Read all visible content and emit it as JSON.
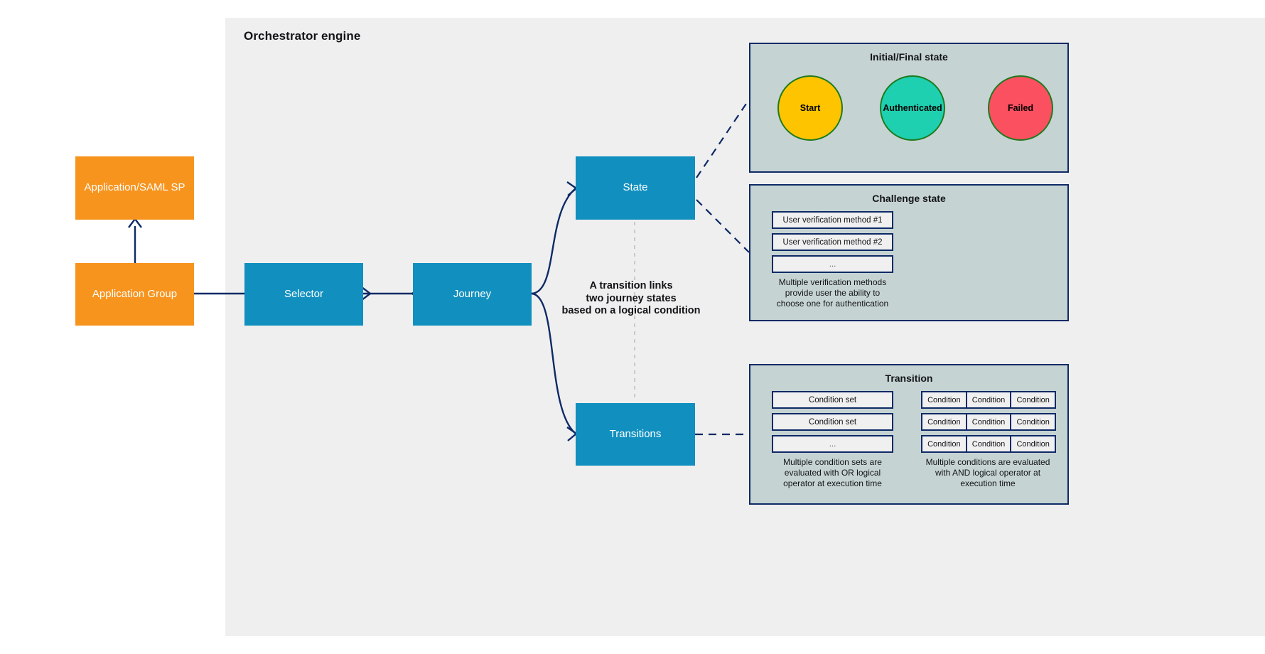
{
  "engine": {
    "title": "Orchestrator engine"
  },
  "nodes": {
    "app_saml_sp": "Application/SAML SP",
    "application_group": "Application Group",
    "selector": "Selector",
    "journey": "Journey",
    "state": "State",
    "transitions": "Transitions"
  },
  "annotation": {
    "line1": "A transition links",
    "line2": "two journey states",
    "line3": "based on a logical condition"
  },
  "panels": {
    "initial_final": {
      "title": "Initial/Final state",
      "circles": [
        {
          "label": "Start",
          "color": "#FFC400",
          "border": "#1E7A1E"
        },
        {
          "label": "Authenticated",
          "color": "#1ECFB0",
          "border": "#1E7A1E"
        },
        {
          "label": "Failed",
          "color": "#FB5060",
          "border": "#1E7A1E"
        }
      ]
    },
    "challenge": {
      "title": "Challenge state",
      "methods": [
        "User verification method #1",
        "User verification method #2",
        "..."
      ],
      "caption": {
        "line1": "Multiple verification methods",
        "line2": "provide user the ability to",
        "line3": "choose one for authentication"
      }
    },
    "transition": {
      "title": "Transition",
      "condition_sets": [
        "Condition set",
        "Condition set",
        "..."
      ],
      "left_caption": {
        "line1": "Multiple condition sets are",
        "line2": "evaluated with OR logical",
        "line3": "operator at execution time"
      },
      "conditions_grid": [
        [
          "Condition",
          "Condition",
          "Condition"
        ],
        [
          "Condition",
          "Condition",
          "Condition"
        ],
        [
          "Condition",
          "Condition",
          "Condition"
        ]
      ],
      "right_caption": {
        "line1": "Multiple conditions are evaluated",
        "line2": "with AND logical operator at",
        "line3": "execution time"
      }
    }
  },
  "colors": {
    "canvas": "#FFFFFF",
    "engine_background": "#EFEFEF",
    "node_orange": "#F7941E",
    "node_blue": "#1190BF",
    "panel_background": "#C6D3D3",
    "panel_border": "#0E2A66",
    "connector": "#0E2A66",
    "chip_background": "#F0F0F0",
    "text_dark": "#131417",
    "text_light": "#FFFFFF"
  }
}
